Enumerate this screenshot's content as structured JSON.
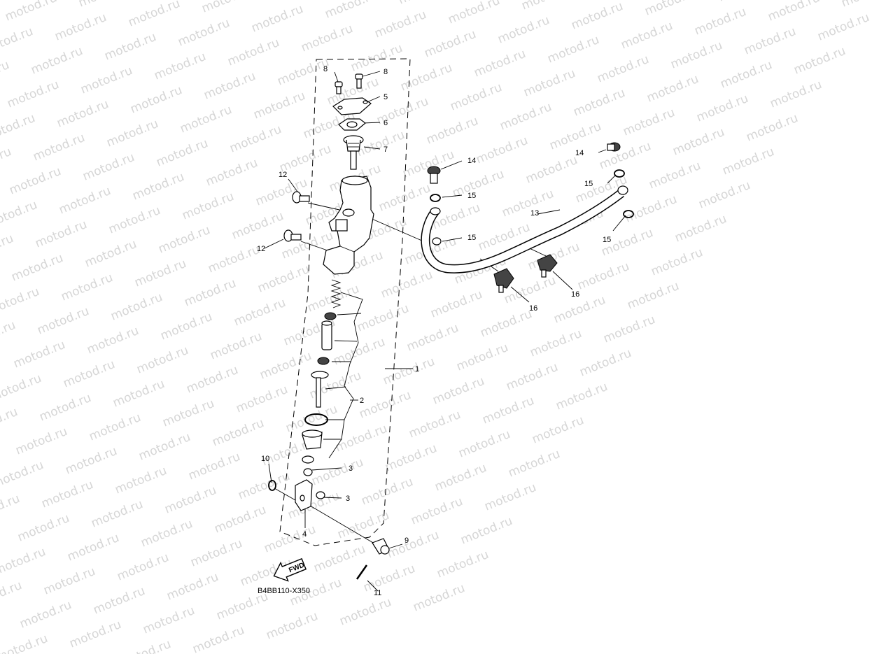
{
  "watermark": "motod.ru",
  "diagram_code": "B4BB110-X350",
  "fwd_label": "FWD",
  "callouts": {
    "c1": "1",
    "c2": "2",
    "c3a": "3",
    "c3b": "3",
    "c4": "4",
    "c5": "5",
    "c6": "6",
    "c7": "7",
    "c8a": "8",
    "c8b": "8",
    "c9": "9",
    "c10": "10",
    "c11": "11",
    "c12a": "12",
    "c12b": "12",
    "c13": "13",
    "c14a": "14",
    "c14b": "14",
    "c15a": "15",
    "c15b": "15",
    "c15c": "15",
    "c15d": "15",
    "c16a": "16",
    "c16b": "16"
  }
}
